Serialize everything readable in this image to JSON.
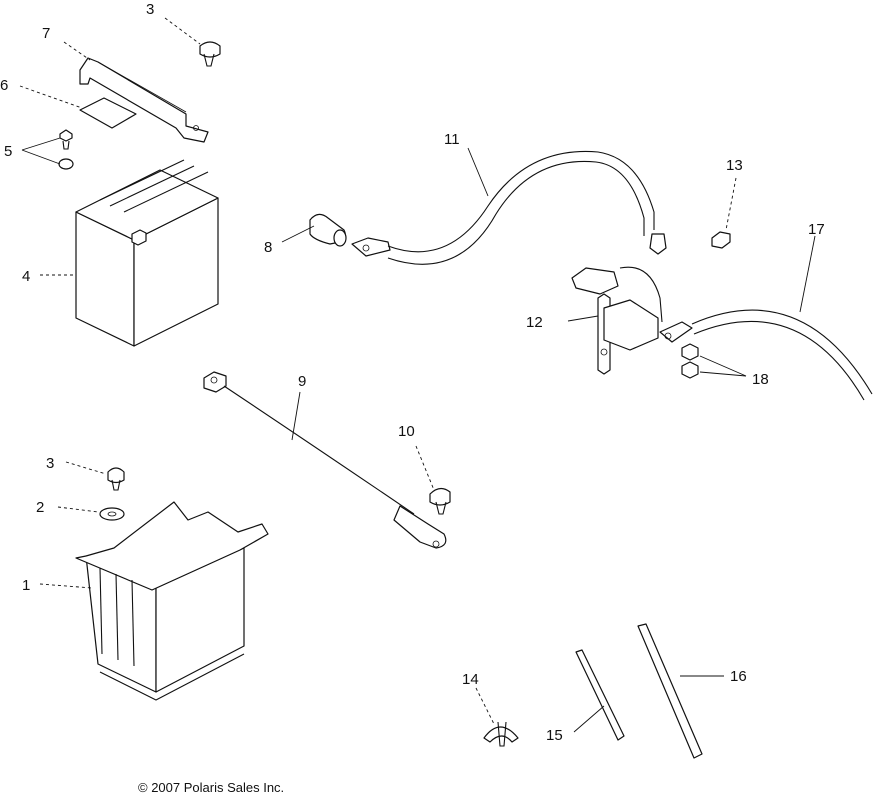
{
  "callouts": {
    "c1": "1",
    "c2": "2",
    "c3a": "3",
    "c3b": "3",
    "c4": "4",
    "c5": "5",
    "c6": "6",
    "c7": "7",
    "c8": "8",
    "c9": "9",
    "c10": "10",
    "c11": "11",
    "c12": "12",
    "c13": "13",
    "c14": "14",
    "c15": "15",
    "c16": "16",
    "c17": "17",
    "c18": "18"
  },
  "copyright": "© 2007 Polaris Sales Inc."
}
